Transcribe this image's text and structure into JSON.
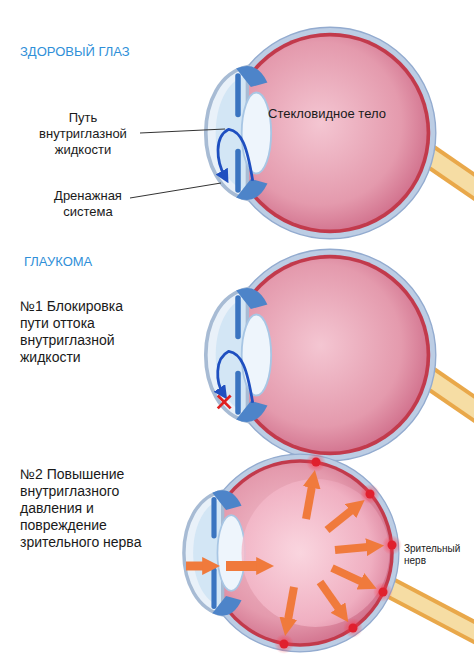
{
  "diagram": {
    "labels": [
      "ЗДОРОВЫЙ ГЛАЗ",
      "Путь внутриглазной жидкости",
      "Стекловидное тело",
      "Дренажная система",
      "ГЛАУКОМА",
      "№1 Блокировка пути оттока внутриглазной жидкости",
      "№2 Повышение внутриглазного давления и повреждение зрительного нерва",
      "Зрительный нерв"
    ]
  }
}
